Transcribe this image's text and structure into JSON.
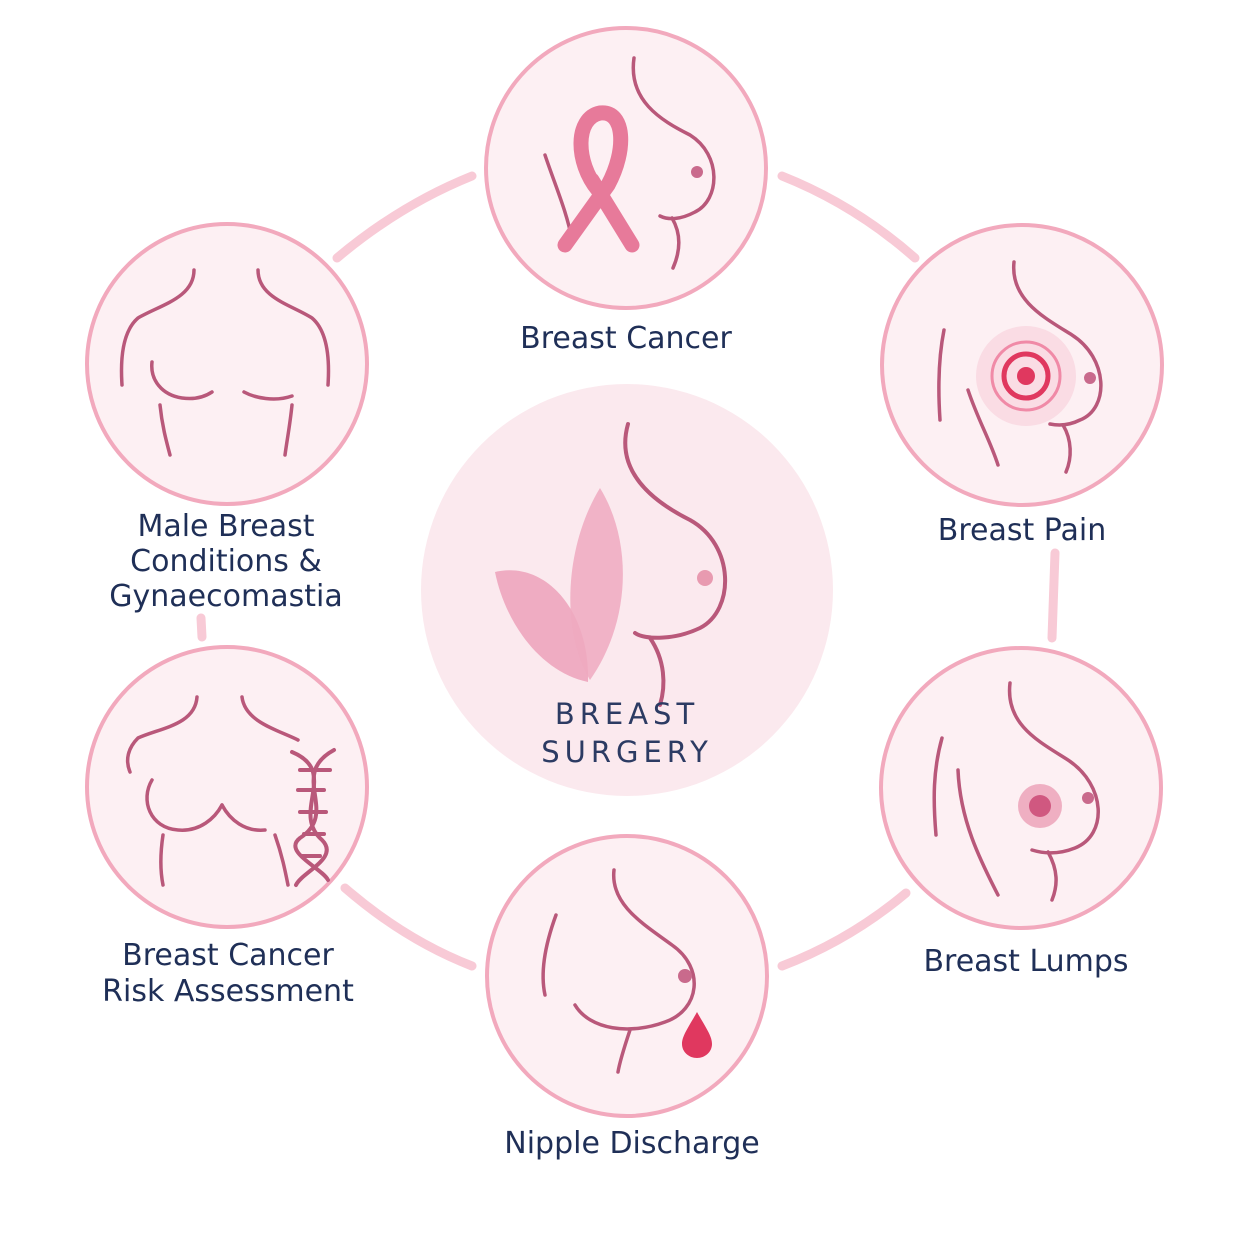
{
  "center": {
    "title_line1": "BREAST",
    "title_line2": "SURGERY"
  },
  "nodes": [
    {
      "id": "breast-cancer",
      "label_lines": [
        "Breast Cancer"
      ],
      "icon": "awareness-ribbon-icon"
    },
    {
      "id": "breast-pain",
      "label_lines": [
        "Breast Pain"
      ],
      "icon": "pain-target-icon"
    },
    {
      "id": "breast-lumps",
      "label_lines": [
        "Breast Lumps"
      ],
      "icon": "lump-icon"
    },
    {
      "id": "nipple-discharge",
      "label_lines": [
        "Nipple Discharge"
      ],
      "icon": "droplet-icon"
    },
    {
      "id": "risk-assessment",
      "label_lines": [
        "Breast Cancer",
        "Risk Assessment"
      ],
      "icon": "dna-icon"
    },
    {
      "id": "male-breast",
      "label_lines": [
        "Male Breast",
        "Conditions &",
        "Gynaecomastia"
      ],
      "icon": "male-chest-icon"
    }
  ],
  "colors": {
    "ring_stroke": "#f2a9bd",
    "ring_fill": "#fdf0f3",
    "center_fill": "#fbe9ee",
    "connector": "#f8cad6",
    "line_art": "#b9587a",
    "ribbon": "#e77a9a",
    "accent_red": "#e0385f",
    "leaf": "#eea9bf",
    "label_text": "#1f2f57"
  }
}
